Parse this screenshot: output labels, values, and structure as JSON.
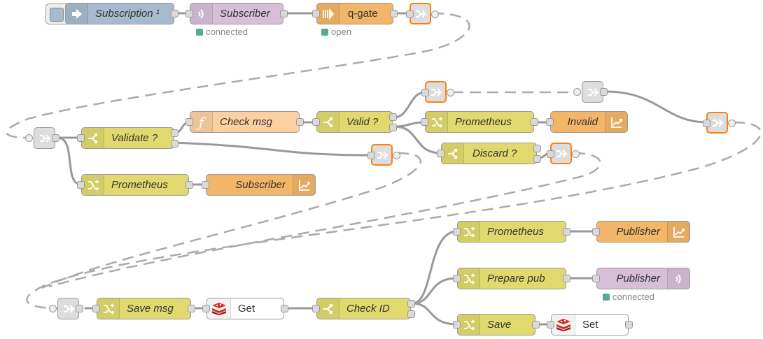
{
  "colors": {
    "inject": "#a6bbcf",
    "mqtt": "#d8bfd8",
    "gate": "#f3b567",
    "function": "#fdd0a2",
    "switch_change": "#e2d96e",
    "prometheus": "#f3b567",
    "redis": "#ffffff",
    "link": "#dddddd",
    "selected_border": "#ff7f0e",
    "wire": "#999999",
    "status_green": "#5a9a7a"
  },
  "nodes": {
    "subscription": {
      "label": "Subscription ¹",
      "icon": "arrow-right-icon"
    },
    "subscriber_mqtt": {
      "label": "Subscriber",
      "icon": "wifi-signal-icon",
      "status": "connected"
    },
    "qgate": {
      "label": "q-gate",
      "icon": "gate-icon",
      "status": "open"
    },
    "validate": {
      "label": "Validate ?",
      "icon": "switch-icon"
    },
    "check_msg": {
      "label": "Check msg",
      "icon": "function-icon"
    },
    "valid": {
      "label": "Valid ?",
      "icon": "switch-icon"
    },
    "prom_invalid": {
      "label": "Prometheus",
      "icon": "change-icon"
    },
    "invalid": {
      "label": "Invalid",
      "icon": "chart-icon"
    },
    "discard": {
      "label": "Discard ?",
      "icon": "switch-icon"
    },
    "prom_sub": {
      "label": "Prometheus",
      "icon": "change-icon"
    },
    "subscriber_metric": {
      "label": "Subscriber",
      "icon": "chart-icon"
    },
    "save_msg": {
      "label": "Save msg",
      "icon": "change-icon"
    },
    "get": {
      "label": "Get",
      "icon": "redis-icon"
    },
    "check_id": {
      "label": "Check ID",
      "icon": "switch-icon"
    },
    "prom_pub": {
      "label": "Prometheus",
      "icon": "change-icon"
    },
    "publisher_metric": {
      "label": "Publisher",
      "icon": "chart-icon"
    },
    "prepare_pub": {
      "label": "Prepare pub",
      "icon": "change-icon"
    },
    "publisher_mqtt": {
      "label": "Publisher",
      "icon": "wifi-signal-icon",
      "status": "connected"
    },
    "save": {
      "label": "Save",
      "icon": "change-icon"
    },
    "set": {
      "label": "Set",
      "icon": "redis-icon"
    }
  }
}
